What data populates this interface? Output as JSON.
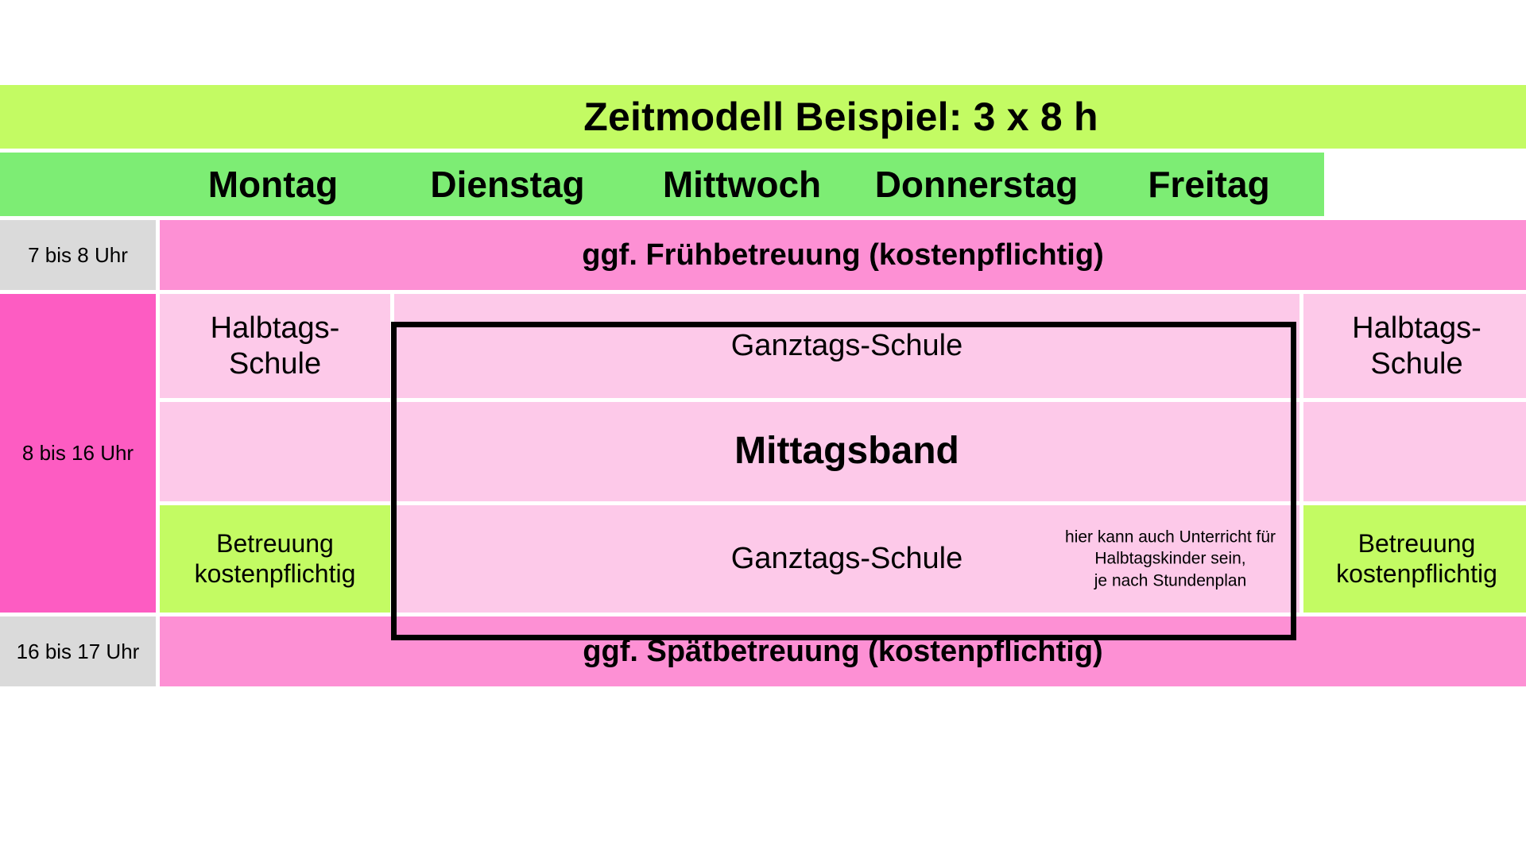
{
  "title": "Zeitmodell Beispiel: 3 x 8 h",
  "days": [
    {
      "label": "Montag"
    },
    {
      "label": "Dienstag"
    },
    {
      "label": "Mittwoch"
    },
    {
      "label": "Donnerstag"
    },
    {
      "label": "Freitag"
    }
  ],
  "time_slots": [
    {
      "label": "7 bis 8 Uhr"
    },
    {
      "label": "8 bis 16 Uhr"
    },
    {
      "label": "16 bis 17 Uhr"
    }
  ],
  "rows": {
    "early_care": {
      "label": "ggf. Frühbetreuung (kostenpflichtig)"
    },
    "late_care": {
      "label": "ggf. Spätbetreuung (kostenpflichtig)"
    },
    "halbtags_monday": {
      "label": "Halbtags-\nSchule"
    },
    "halbtags_friday": {
      "label": "Halbtags-\nSchule"
    },
    "betreuung_monday": {
      "label": "Betreuung\nkostenpflichtig"
    },
    "betreuung_friday": {
      "label": "Betreuung\nkostenpflichtig"
    },
    "ganztags_top": {
      "label": "Ganztags-Schule"
    },
    "mittagsband": {
      "label": "Mittagsband"
    },
    "ganztags_bottom": {
      "label": "Ganztags-Schule"
    },
    "ganztags_note": {
      "label": "hier kann auch Unterricht für\nHalbtagskinder sein,\nje nach Stundenplan"
    },
    "empty_monday": {
      "label": ""
    },
    "empty_friday": {
      "label": ""
    }
  },
  "colors": {
    "title_green": "#c3fb63",
    "day_green": "#7ded74",
    "time_grey": "#dadada",
    "time_magenta": "#fd5cc2",
    "pink_strong": "#fd90d4",
    "pink_light": "#fdc9e9",
    "lime": "#c3fb63",
    "border_black": "#000000"
  }
}
